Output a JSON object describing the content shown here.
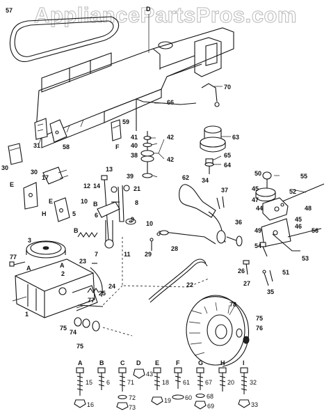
{
  "watermark": "AppliancePartsPros.com",
  "callouts": {
    "c57": "57",
    "cD": "D",
    "c70": "70",
    "c66": "66",
    "c59": "59",
    "cF": "F",
    "c41": "41",
    "c40": "40",
    "c42a": "42",
    "c42b": "42",
    "c38": "38",
    "c39": "39",
    "c63": "63",
    "c65": "65",
    "c64": "64",
    "c31": "31",
    "c58": "58",
    "c30a": "30",
    "c30b": "30",
    "cE": "E",
    "c17": "17",
    "cEa": "E",
    "cH": "H",
    "c5": "5",
    "c13": "13",
    "c12": "12",
    "c14": "14",
    "c21": "21",
    "cB": "B",
    "c10a": "10",
    "c8": "8",
    "c9": "9",
    "c10b": "10",
    "c6": "6",
    "cBa": "B",
    "c7": "7",
    "c11": "11",
    "c3": "3",
    "c77a": "77",
    "cA": "A",
    "cAa": "A",
    "c2": "2",
    "c23": "23",
    "c24": "24",
    "c25": "25",
    "c77b": "77",
    "c1": "1",
    "c75a": "75",
    "c74": "74",
    "c75b": "75",
    "c62": "62",
    "c34": "34",
    "c37": "37",
    "c36": "36",
    "c28": "28",
    "c29": "29",
    "c22": "22",
    "c50": "50",
    "c55": "55",
    "c45a": "45",
    "c52": "52",
    "c47": "47",
    "c48": "48",
    "c44": "44",
    "c45b": "45",
    "c46": "46",
    "c49": "49",
    "c56": "56",
    "c54": "54",
    "c53": "53",
    "c51": "51",
    "c26": "26",
    "c27": "27",
    "c35": "35",
    "c78": "78",
    "c75c": "75",
    "c76": "76"
  },
  "hardware": [
    {
      "letter": "A",
      "bolt": "15",
      "nut": "16"
    },
    {
      "letter": "B",
      "bolt": "6",
      "nut": ""
    },
    {
      "letter": "C",
      "bolt": "71",
      "nut": "73",
      "washer": "72"
    },
    {
      "letter": "D",
      "bolt": "43",
      "nut": ""
    },
    {
      "letter": "E",
      "bolt": "18",
      "nut": "19"
    },
    {
      "letter": "F",
      "bolt": "61",
      "nut": "60"
    },
    {
      "letter": "G",
      "bolt": "67",
      "nut": "69",
      "washer": "68"
    },
    {
      "letter": "H",
      "bolt": "20",
      "nut": ""
    },
    {
      "letter": "I",
      "bolt": "32",
      "nut": "33"
    }
  ]
}
